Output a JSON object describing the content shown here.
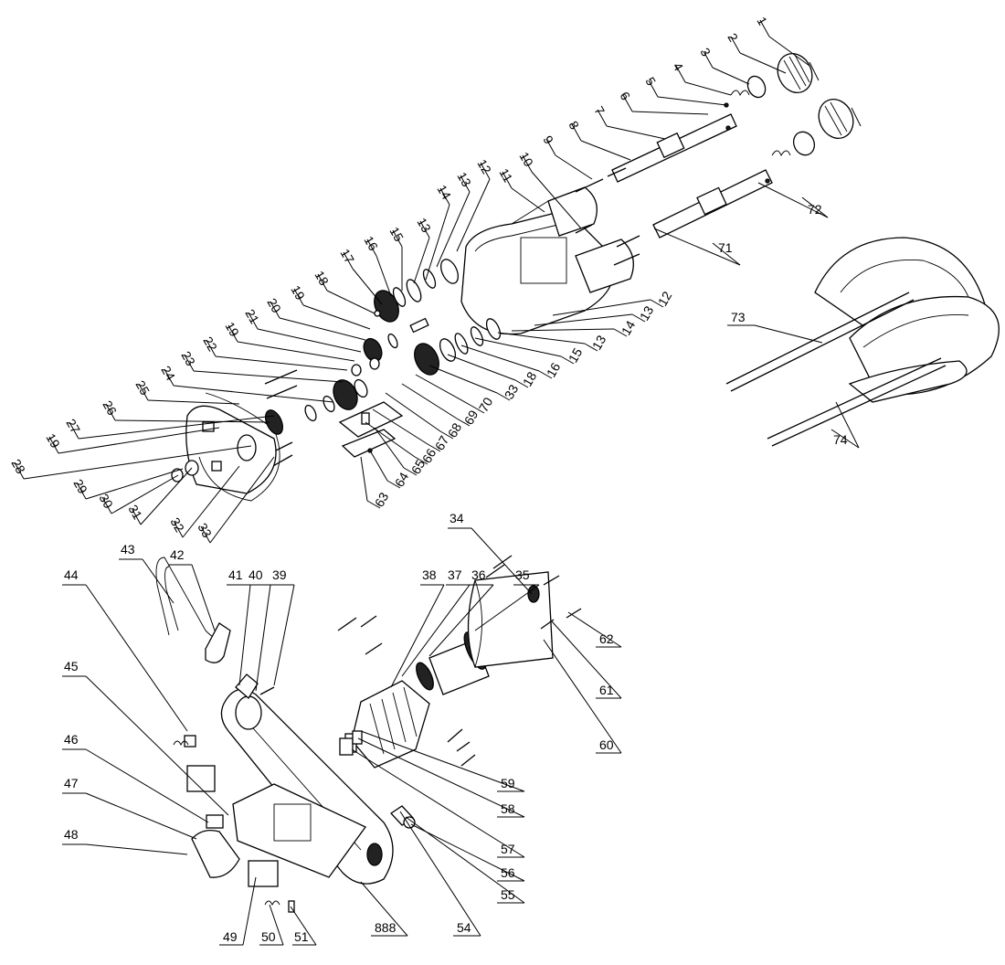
{
  "diagram": {
    "callouts": [
      {
        "id": "c1",
        "label": "1"
      },
      {
        "id": "c2",
        "label": "2"
      },
      {
        "id": "c3",
        "label": "3"
      },
      {
        "id": "c4",
        "label": "4"
      },
      {
        "id": "c5",
        "label": "5"
      },
      {
        "id": "c6",
        "label": "6"
      },
      {
        "id": "c7",
        "label": "7"
      },
      {
        "id": "c8",
        "label": "8"
      },
      {
        "id": "c9",
        "label": "9"
      },
      {
        "id": "c10",
        "label": "10"
      },
      {
        "id": "c11",
        "label": "11"
      },
      {
        "id": "c12a",
        "label": "12"
      },
      {
        "id": "c13a",
        "label": "13"
      },
      {
        "id": "c14a",
        "label": "14"
      },
      {
        "id": "c13b",
        "label": "13"
      },
      {
        "id": "c15a",
        "label": "15"
      },
      {
        "id": "c16a",
        "label": "16"
      },
      {
        "id": "c17",
        "label": "17"
      },
      {
        "id": "c18a",
        "label": "18"
      },
      {
        "id": "c19a",
        "label": "19"
      },
      {
        "id": "c20",
        "label": "20"
      },
      {
        "id": "c21",
        "label": "21"
      },
      {
        "id": "c19b",
        "label": "19"
      },
      {
        "id": "c22",
        "label": "22"
      },
      {
        "id": "c23",
        "label": "23"
      },
      {
        "id": "c24",
        "label": "24"
      },
      {
        "id": "c25",
        "label": "25"
      },
      {
        "id": "c26",
        "label": "26"
      },
      {
        "id": "c27",
        "label": "27"
      },
      {
        "id": "c19c",
        "label": "19"
      },
      {
        "id": "c28",
        "label": "28"
      },
      {
        "id": "c29",
        "label": "29"
      },
      {
        "id": "c30",
        "label": "30"
      },
      {
        "id": "c31",
        "label": "31"
      },
      {
        "id": "c32",
        "label": "32"
      },
      {
        "id": "c33",
        "label": "33"
      },
      {
        "id": "c12b",
        "label": "12"
      },
      {
        "id": "c13c",
        "label": "13"
      },
      {
        "id": "c14b",
        "label": "14"
      },
      {
        "id": "c13d",
        "label": "13"
      },
      {
        "id": "c15b",
        "label": "15"
      },
      {
        "id": "c16b",
        "label": "16"
      },
      {
        "id": "c18b",
        "label": "18"
      },
      {
        "id": "c33b",
        "label": "33"
      },
      {
        "id": "c70",
        "label": "70"
      },
      {
        "id": "c69",
        "label": "69"
      },
      {
        "id": "c68",
        "label": "68"
      },
      {
        "id": "c67",
        "label": "67"
      },
      {
        "id": "c66",
        "label": "66"
      },
      {
        "id": "c65",
        "label": "65"
      },
      {
        "id": "c64",
        "label": "64"
      },
      {
        "id": "c63",
        "label": "63"
      },
      {
        "id": "c72",
        "label": "72"
      },
      {
        "id": "c71",
        "label": "71"
      },
      {
        "id": "c73",
        "label": "73"
      },
      {
        "id": "c74",
        "label": "74"
      },
      {
        "id": "c34",
        "label": "34"
      },
      {
        "id": "c35",
        "label": "35"
      },
      {
        "id": "c36",
        "label": "36"
      },
      {
        "id": "c37",
        "label": "37"
      },
      {
        "id": "c38",
        "label": "38"
      },
      {
        "id": "c39",
        "label": "39"
      },
      {
        "id": "c40",
        "label": "40"
      },
      {
        "id": "c41",
        "label": "41"
      },
      {
        "id": "c42",
        "label": "42"
      },
      {
        "id": "c43",
        "label": "43"
      },
      {
        "id": "c44",
        "label": "44"
      },
      {
        "id": "c45",
        "label": "45"
      },
      {
        "id": "c46",
        "label": "46"
      },
      {
        "id": "c47",
        "label": "47"
      },
      {
        "id": "c48",
        "label": "48"
      },
      {
        "id": "c49",
        "label": "49"
      },
      {
        "id": "c50",
        "label": "50"
      },
      {
        "id": "c51",
        "label": "51"
      },
      {
        "id": "c888",
        "label": "888"
      },
      {
        "id": "c54",
        "label": "54"
      },
      {
        "id": "c55",
        "label": "55"
      },
      {
        "id": "c56",
        "label": "56"
      },
      {
        "id": "c57",
        "label": "57"
      },
      {
        "id": "c58",
        "label": "58"
      },
      {
        "id": "c59",
        "label": "59"
      },
      {
        "id": "c60",
        "label": "60"
      },
      {
        "id": "c61",
        "label": "61"
      },
      {
        "id": "c62",
        "label": "62"
      }
    ]
  }
}
